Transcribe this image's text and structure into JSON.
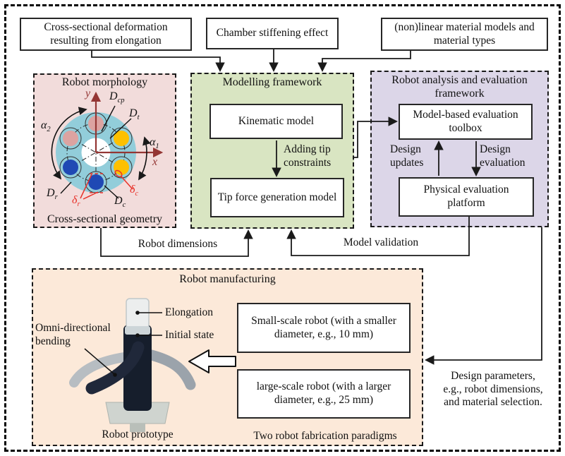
{
  "top_inputs": [
    {
      "label": "Cross-sectional deformation resulting from elongation"
    },
    {
      "label": "Chamber stiffening effect"
    },
    {
      "label": "(non)linear material models and material types"
    }
  ],
  "morphology": {
    "title": "Robot morphology",
    "caption": "Cross-sectional geometry",
    "labels": {
      "y_axis": "y",
      "x_axis": "x",
      "alpha1": {
        "main": "α",
        "sub": "1"
      },
      "alpha2": {
        "main": "α",
        "sub": "2"
      },
      "Dcp": {
        "main": "D",
        "sub": "cp"
      },
      "Dt": {
        "main": "D",
        "sub": "t"
      },
      "Dr": {
        "main": "D",
        "sub": "r"
      },
      "Dc": {
        "main": "D",
        "sub": "c"
      },
      "delta_r": {
        "main": "δ",
        "sub": "r"
      },
      "delta_c": {
        "main": "δ",
        "sub": "c"
      }
    },
    "colors": {
      "panel_bg": "#f2dcdb",
      "ring": "#92cdda",
      "chamber_pink": "#dca3a1",
      "chamber_yellow": "#fec000",
      "chamber_blue": "#1f49b4",
      "axis": "#943634",
      "accent_red": "#e8322a"
    }
  },
  "modelling": {
    "title": "Modelling framework",
    "kinematic": "Kinematic model",
    "tip_force": "Tip force generation model",
    "edge_label_lines": [
      "Adding tip",
      "constraints"
    ],
    "panel_bg": "#d9e5c2"
  },
  "evaluation": {
    "title_lines": [
      "Robot analysis and evaluation",
      "framework"
    ],
    "toolbox": "Model-based evaluation toolbox",
    "platform": "Physical evaluation platform",
    "updates_lines": [
      "Design",
      "updates"
    ],
    "evaluation_lines": [
      "Design",
      "evaluation"
    ],
    "panel_bg": "#dcd6e8"
  },
  "flows": {
    "robot_dimensions": "Robot dimensions",
    "model_validation": "Model validation",
    "design_parameters_lines": [
      "Design parameters,",
      "e.g., robot dimensions,",
      "and material selection."
    ]
  },
  "manufacturing": {
    "title": "Robot manufacturing",
    "small_box": "Small-scale robot (with a smaller diameter, e.g., 10 mm)",
    "large_box": "large-scale robot (with a larger diameter, e.g., 25 mm)",
    "caption": "Two robot fabrication paradigms",
    "photo_caption": "Robot prototype",
    "photo_labels": {
      "elongation": "Elongation",
      "initial_state": "Initial state",
      "omni_lines": [
        "Omni-directional",
        "bending"
      ]
    },
    "panel_bg": "#fce9d9"
  }
}
